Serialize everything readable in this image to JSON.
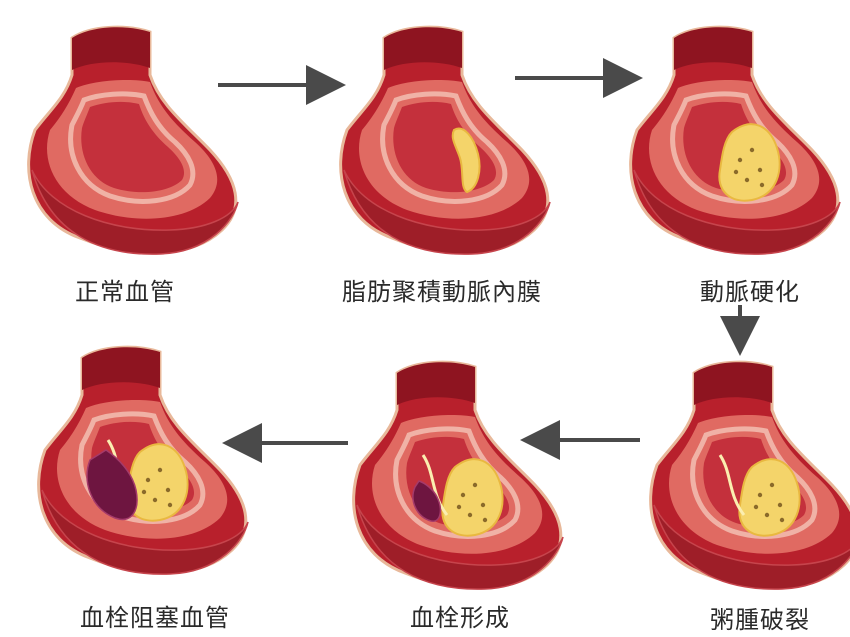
{
  "stages": [
    {
      "id": "normal",
      "label": "正常血管",
      "plaque": 0,
      "clot": 0,
      "rupture": false
    },
    {
      "id": "fat-deposit",
      "label": "脂肪聚積動脈內膜",
      "plaque": 1,
      "clot": 0,
      "rupture": false
    },
    {
      "id": "sclerosis",
      "label": "動脈硬化",
      "plaque": 2,
      "clot": 0,
      "rupture": false
    },
    {
      "id": "rupture",
      "label": "粥腫破裂",
      "plaque": 2,
      "clot": 0,
      "rupture": true
    },
    {
      "id": "thrombus",
      "label": "血栓形成",
      "plaque": 2,
      "clot": 1,
      "rupture": true
    },
    {
      "id": "occlusion",
      "label": "血栓阻塞血管",
      "plaque": 2,
      "clot": 2,
      "rupture": true
    }
  ],
  "colors": {
    "outer_wall": "#b8202c",
    "outer_wall_dark": "#8e1420",
    "wall_tissue": "#e06a62",
    "intima": "#f0b2a6",
    "lumen": "#c4303c",
    "fat": "#f4d46a",
    "fat_light": "#fbeeb0",
    "clot": "#6e1540",
    "arrow": "#4a4a4a"
  },
  "icons": [
    "arrow-right-icon",
    "arrow-down-icon",
    "arrow-left-icon"
  ]
}
